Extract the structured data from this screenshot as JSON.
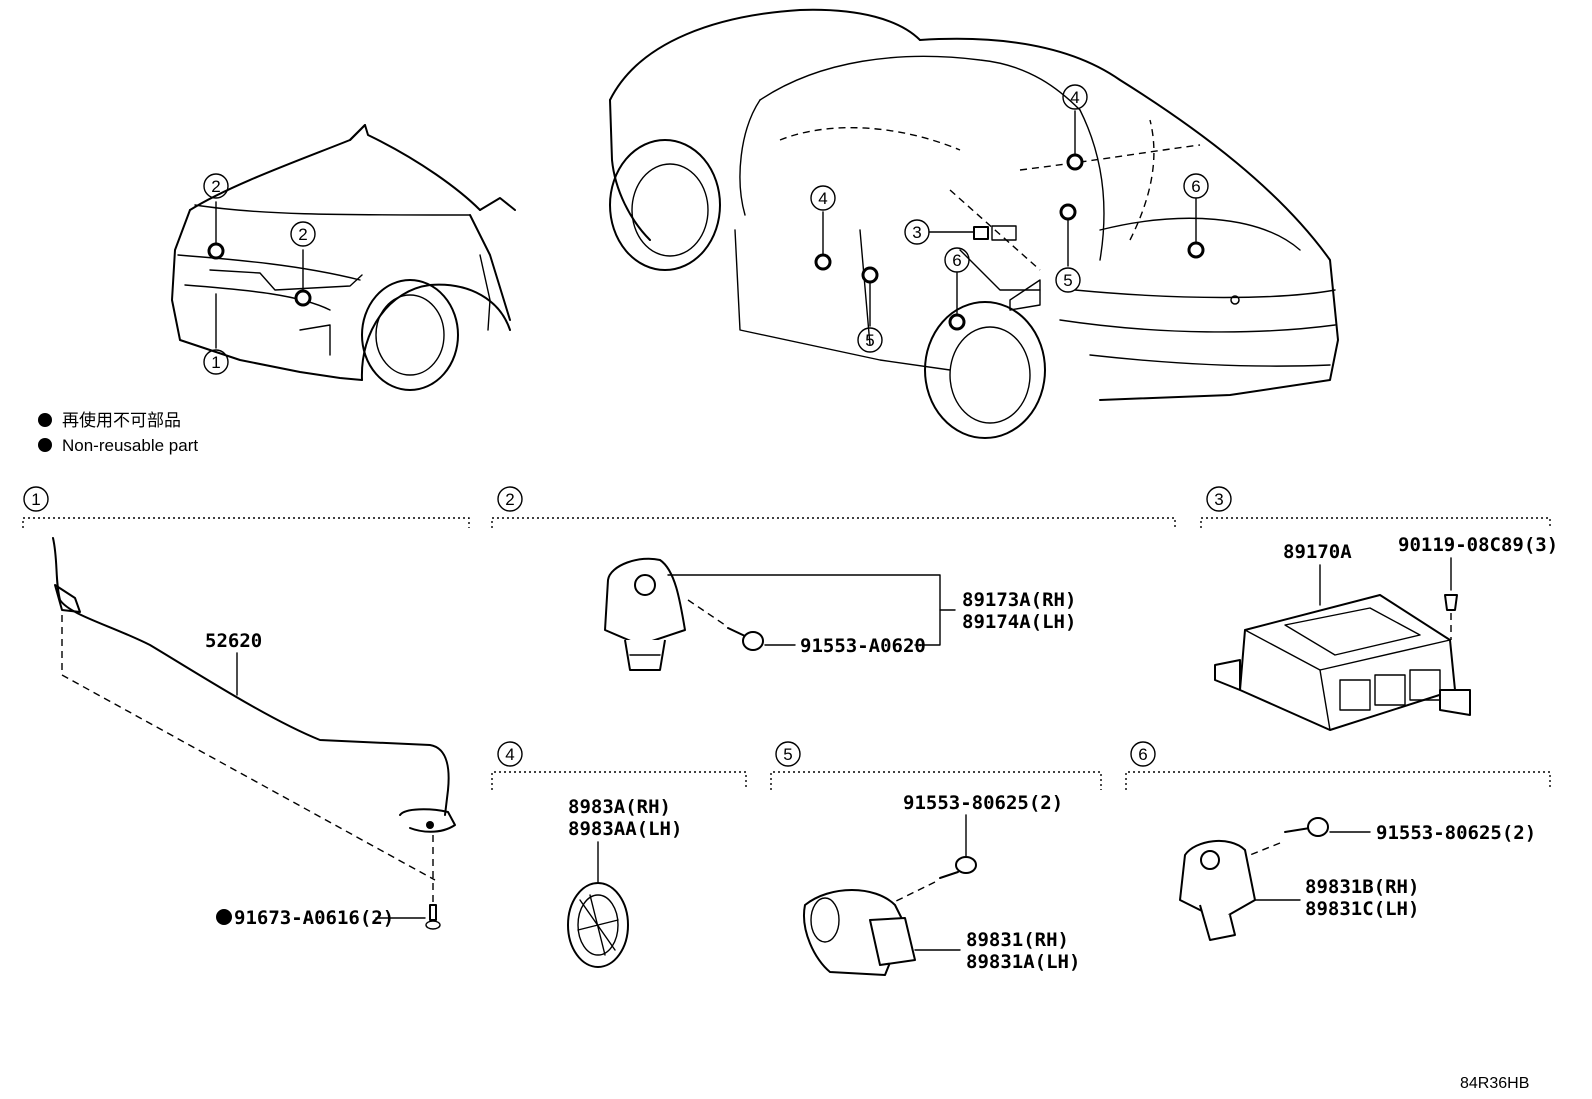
{
  "callouts": {
    "c1": "1",
    "c2": "2",
    "c3": "3",
    "c4": "4",
    "c5": "5",
    "c6": "6"
  },
  "legend": {
    "jp": "再使用不可部品",
    "en": "Non-reusable part"
  },
  "parts": {
    "p52620": "52620",
    "p91673": "91673-A0616(2)",
    "p89173": "89173A(RH)",
    "p89174": "89174A(LH)",
    "p91553a": "91553-A0620",
    "p89170": "89170A",
    "p90119": "90119-08C89(3)",
    "p8983a": "8983A(RH)",
    "p8983aa": "8983AA(LH)",
    "p91553b": "91553-80625(2)",
    "p89831": "89831(RH)",
    "p89831a": "89831A(LH)",
    "p91553c": "91553-80625(2)",
    "p89831b": "89831B(RH)",
    "p89831c": "89831C(LH)"
  },
  "diagram_code": "84R36HB"
}
